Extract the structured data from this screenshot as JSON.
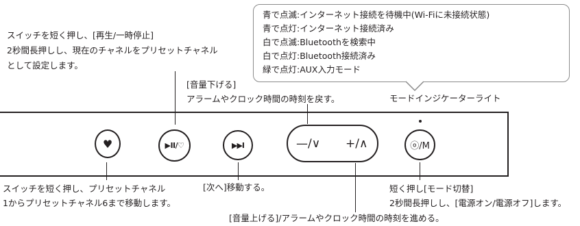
{
  "led_status_box": {
    "lines": [
      "青で点滅:インターネット接続を待機中(Wi-Fiに未接続状態)",
      "青で点灯:インターネット接続済み",
      "白で点滅:Bluetoothを検索中",
      "白で点灯:Bluetooth接続済み",
      "緑で点灯:AUX入力モード"
    ]
  },
  "callouts": {
    "play_pause": [
      "スイッチを短く押し、[再生/一時停止]",
      "2秒間長押しし、現在のチャネルをプリセットチャネル",
      "として設定します。"
    ],
    "volume_down": [
      "[音量下げる]",
      "アラームやクロック時間の時刻を戻す。"
    ],
    "mode_indicator": "モードインジケーターライト",
    "preset": [
      "スイッチを短く押し、プリセットチャネル",
      "1からプリセットチャネル6まで移動します。"
    ],
    "next": "[次へ]移動する。",
    "mode_button": [
      "短く押し[モード切替]",
      "2秒間長押しし、[電源オン/電源オフ]します。"
    ],
    "volume_up": "[音量上げる]/アラームやクロック時間の時刻を進める。"
  },
  "buttons": {
    "preset_label": "♥",
    "play_pause_label": "▶II/♡",
    "next_label": "▶▶I",
    "volume_down_label": "—/∨",
    "volume_up_label": "+/∧",
    "mode_label": "ⓞ/M"
  }
}
